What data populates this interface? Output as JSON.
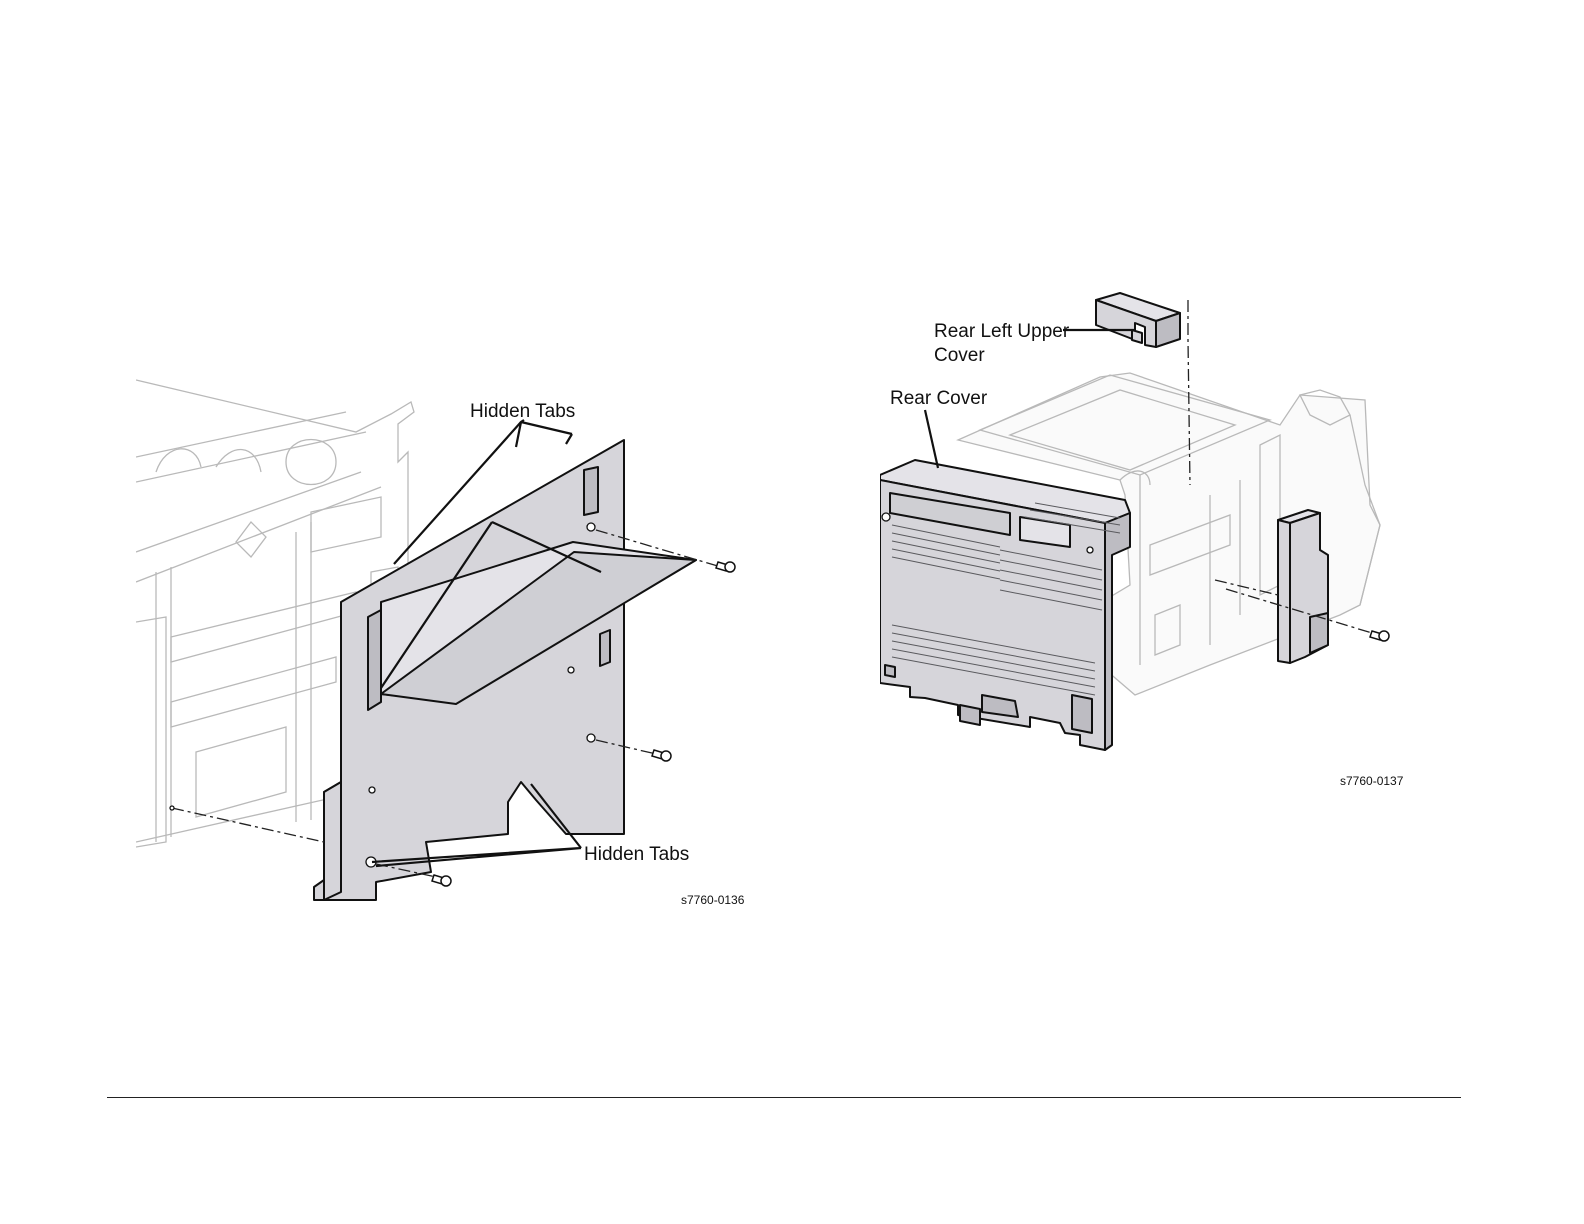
{
  "figures": [
    {
      "id_label": "s7760-0136",
      "callouts": {
        "upper_tabs": "Hidden Tabs",
        "lower_tabs": "Hidden Tabs"
      }
    },
    {
      "id_label": "s7760-0137",
      "callouts": {
        "rear_left_upper_cover_line1": "Rear Left Upper",
        "rear_left_upper_cover_line2": "Cover",
        "rear_cover": "Rear Cover"
      }
    }
  ]
}
